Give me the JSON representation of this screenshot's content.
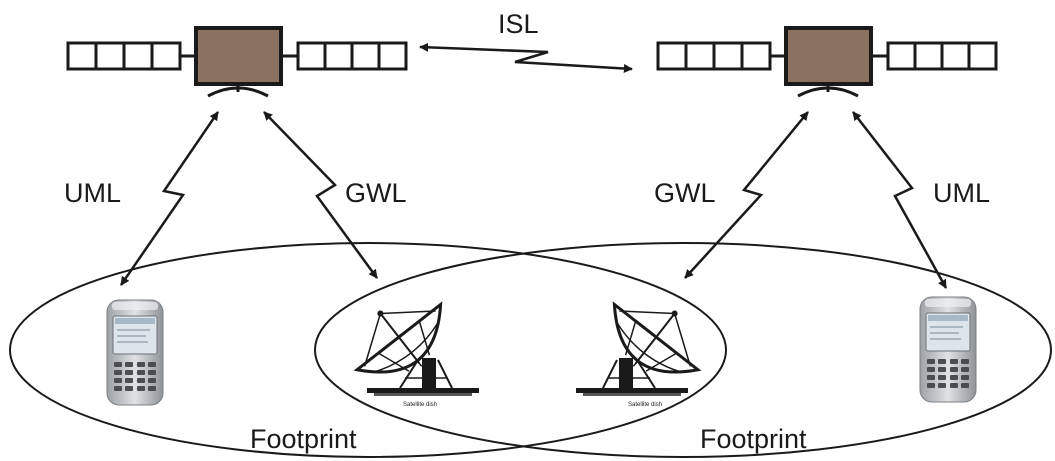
{
  "labels": {
    "isl": "ISL",
    "uml_left": "UML",
    "gwl_left": "GWL",
    "gwl_right": "GWL",
    "uml_right": "UML",
    "footprint_left": "Footprint",
    "footprint_right": "Footprint"
  },
  "dish_caption": "Satellite dish",
  "colors": {
    "satellite_body": "#8B7160",
    "line": "#1a1a1a",
    "phone_body": "#c4c6c8",
    "phone_screen": "#dde4ea"
  }
}
